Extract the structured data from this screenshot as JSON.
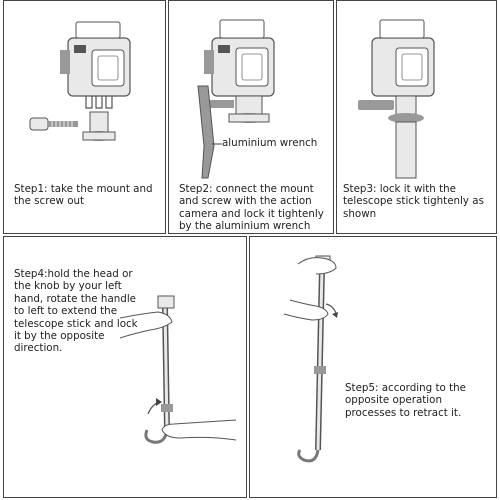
{
  "steps": [
    {
      "caption": "Step1: take the mount and the screw out"
    },
    {
      "caption": "Step2: connect the mount and screw with the action camera and lock it tightenly by the aluminium wrench",
      "callout": "aluminium wrench"
    },
    {
      "caption": "Step3: lock it with the telescope stick tightenly as shown"
    },
    {
      "caption": "Step4:hold the head or the knob by your left hand, rotate the handle to left to extend the telescope stick and lock it by the opposite direction."
    },
    {
      "caption": "Step5: according to the opposite operation processes to retract it."
    }
  ]
}
